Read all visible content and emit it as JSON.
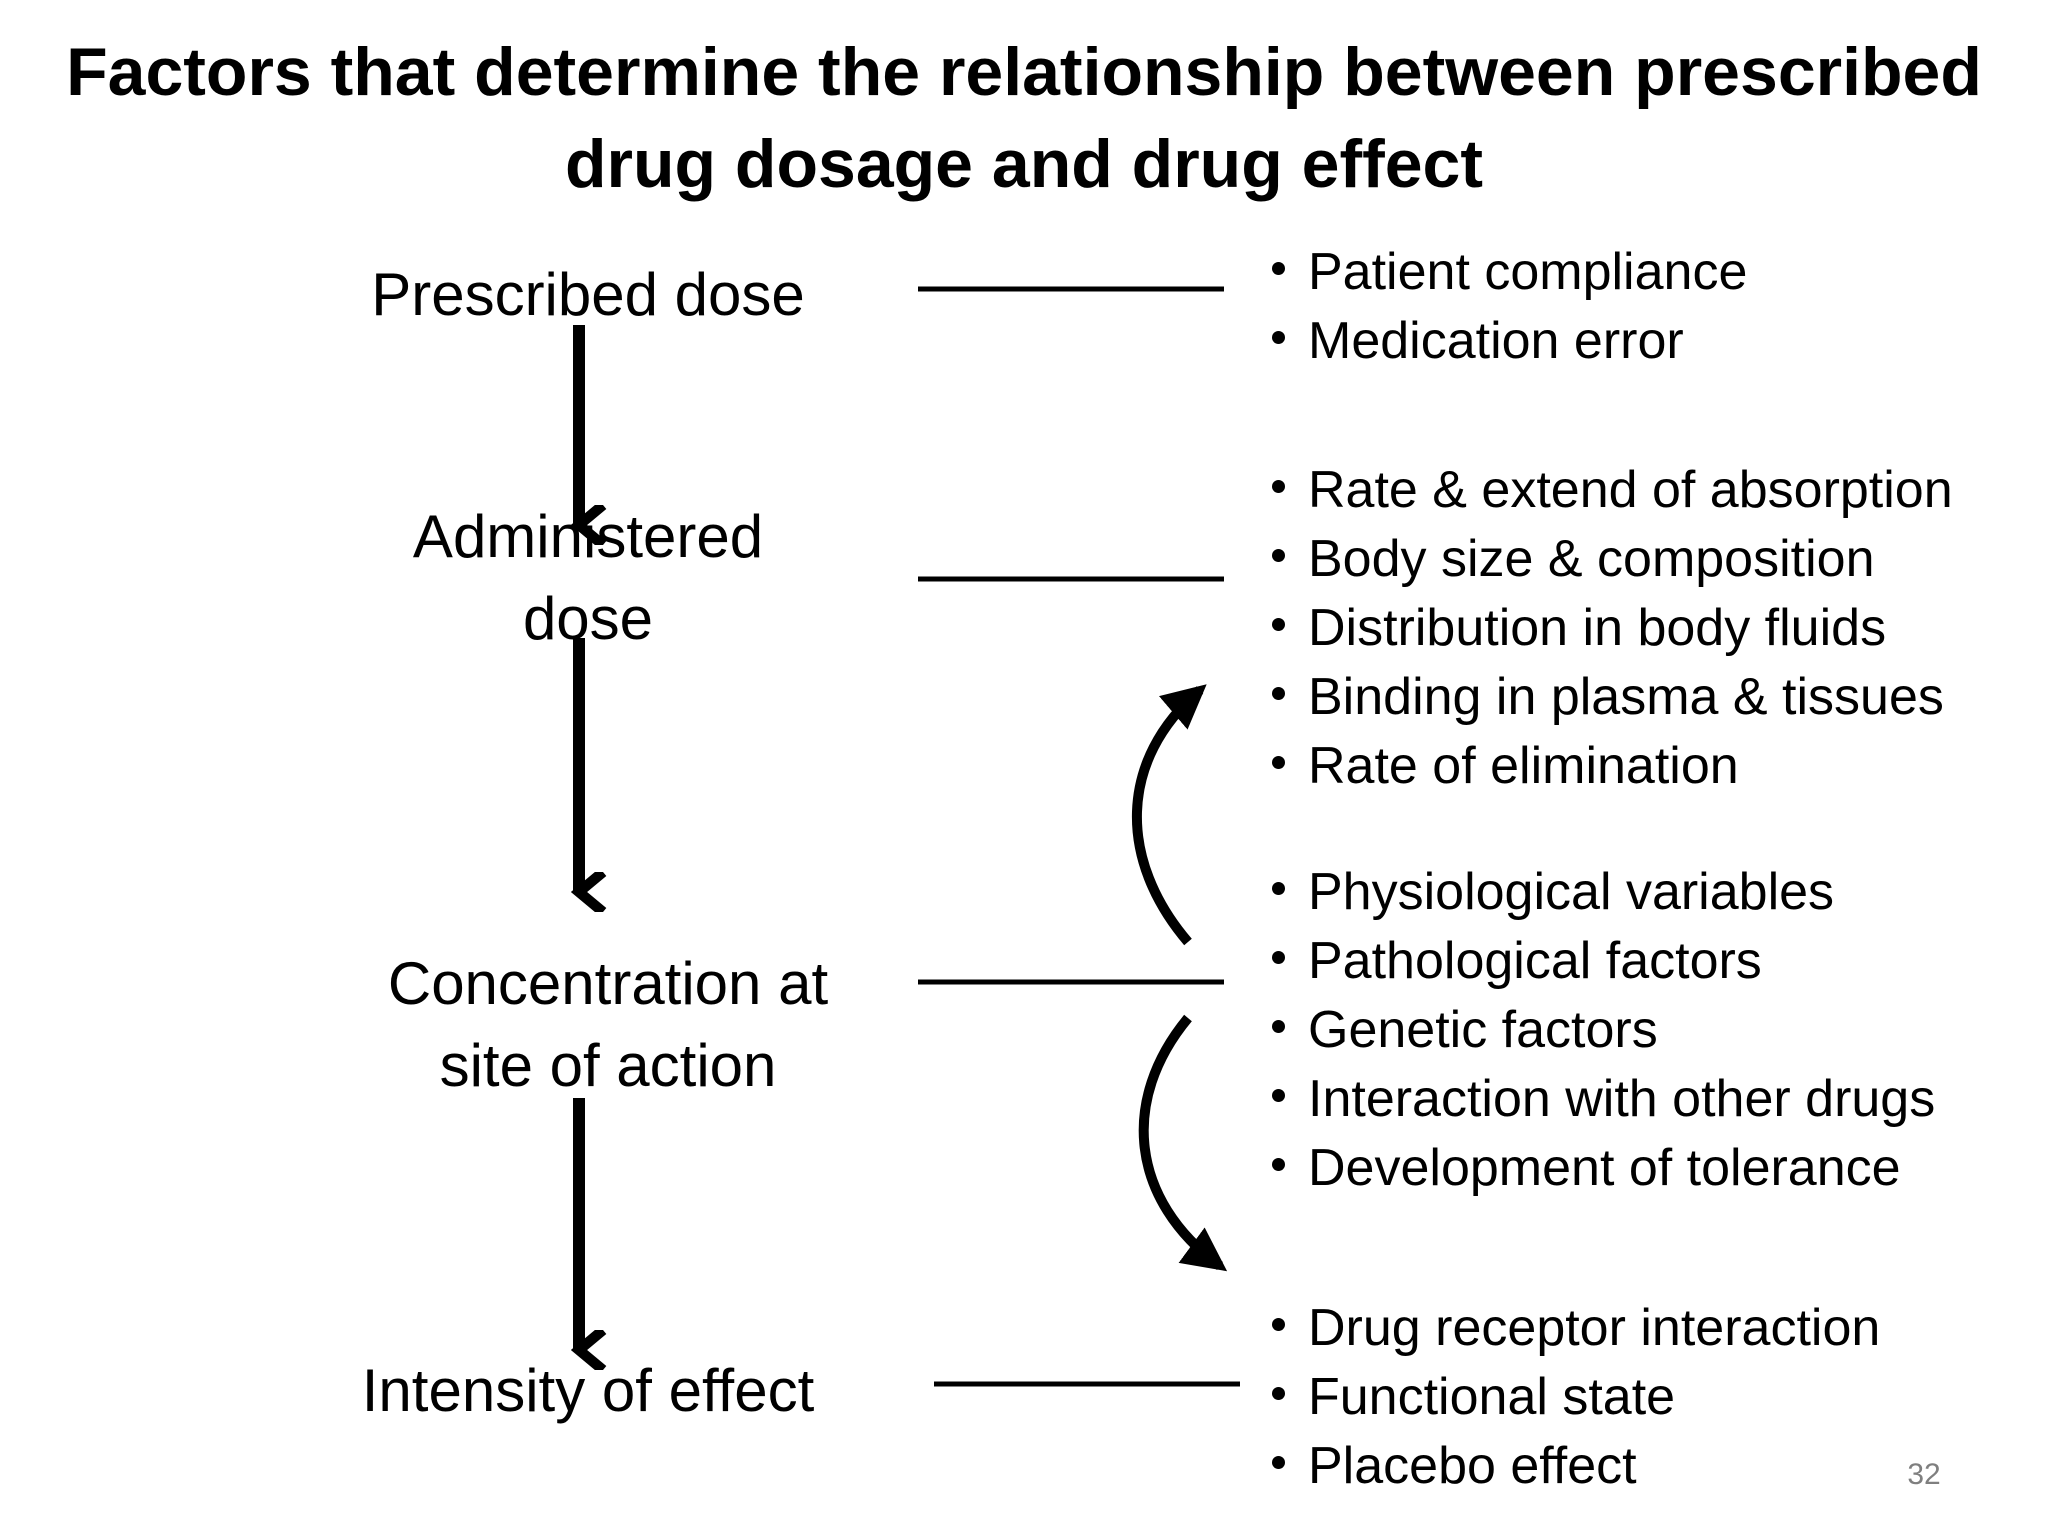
{
  "title": {
    "line1": "Factors that determine the relationship between prescribed",
    "line2": "drug dosage and drug effect"
  },
  "stages": [
    {
      "lines": [
        "Prescribed dose"
      ]
    },
    {
      "lines": [
        "Administered",
        "dose"
      ]
    },
    {
      "lines": [
        "Concentration at",
        "site of action"
      ]
    },
    {
      "lines": [
        "Intensity of effect"
      ]
    }
  ],
  "factor_groups": [
    {
      "items": [
        "Patient compliance",
        "Medication error"
      ]
    },
    {
      "items": [
        "Rate & extend of absorption",
        "Body size & composition",
        "Distribution in body fluids",
        "Binding in plasma & tissues",
        "Rate of elimination"
      ]
    },
    {
      "items": [
        "Physiological variables",
        "Pathological factors",
        "Genetic factors",
        "Interaction with other drugs",
        "Development of tolerance"
      ]
    },
    {
      "items": [
        "Drug receptor interaction",
        "Functional state",
        "Placebo effect"
      ]
    }
  ],
  "page_number": "32"
}
